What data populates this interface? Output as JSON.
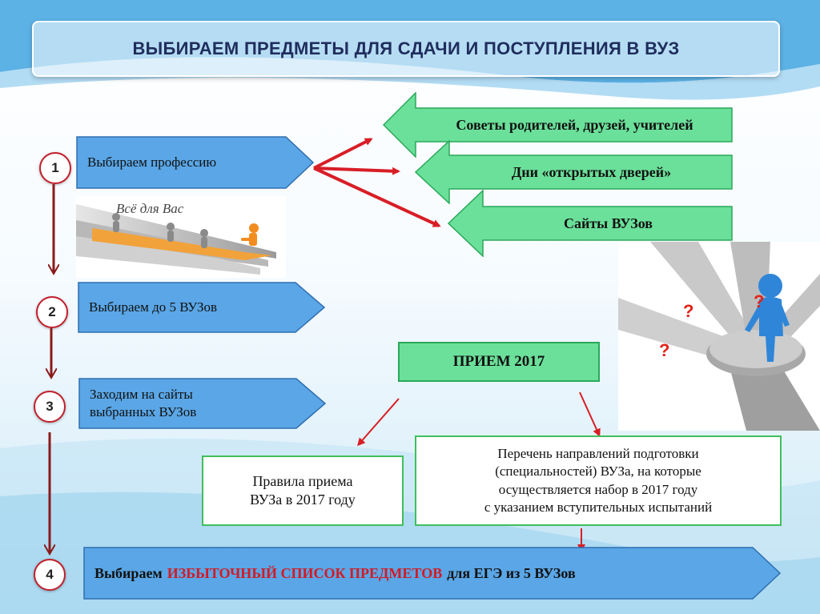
{
  "title": "ВЫБИРАЕМ ПРЕДМЕТЫ ДЛЯ СДАЧИ И ПОСТУПЛЕНИЯ В ВУЗ",
  "steps": [
    {
      "number": "1",
      "text": "Выбираем  профессию"
    },
    {
      "number": "2",
      "text": "Выбираем  до 5 ВУЗов"
    },
    {
      "number": "3",
      "text_lines": [
        "Заходим на сайты",
        "выбранных ВУЗов"
      ]
    },
    {
      "number": "4"
    }
  ],
  "sources": [
    "Советы родителей, друзей, учителей",
    "Дни «открытых дверей»",
    "Сайты ВУЗов"
  ],
  "priem": "ПРИЕМ 2017",
  "rules_box": [
    "Правила приема",
    "ВУЗа в 2017 году"
  ],
  "directions_box": [
    "Перечень направлений подготовки",
    "(специальностей) ВУЗа, на которые",
    "осуществляется набор в 2017 году",
    "с указанием  вступительных испытаний"
  ],
  "final": {
    "prefix": "Выбираем",
    "highlight": "ИЗБЫТОЧНЫЙ СПИСОК ПРЕДМЕТОВ",
    "suffix": "для ЕГЭ из 5 ВУЗов"
  },
  "runner_image_text": "Всё для Вас",
  "question_marks": [
    "?",
    "?",
    "?"
  ],
  "colors": {
    "blue_arrow": "#5aa6e6",
    "green_arrow": "#6be09a",
    "connector_red": "#d81e26",
    "highlight_red": "#d11b24",
    "title_text": "#1f2d5c"
  }
}
